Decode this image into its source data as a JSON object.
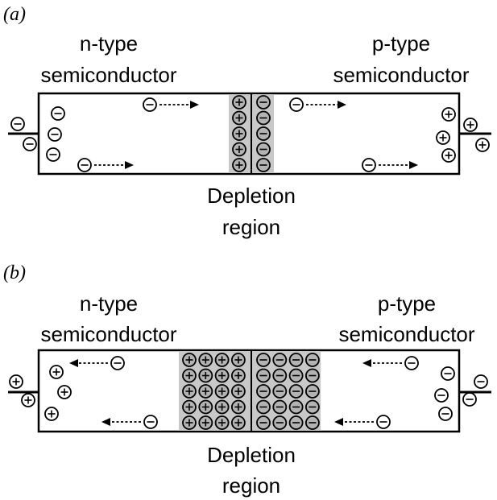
{
  "colors": {
    "depletion_fill": "#c8c8c8",
    "ion_fill": "#b3b3b3",
    "stroke": "#000000",
    "background": "#ffffff"
  },
  "panels": [
    {
      "label": "(a)",
      "left_label": [
        "n-type",
        "semiconductor"
      ],
      "right_label": [
        "p-type",
        "semiconductor"
      ],
      "region_label": [
        "Depletion",
        "region"
      ],
      "depletion_columns_each_side": 1,
      "depletion_rows": 5,
      "depletion_left_ion_sign": "+",
      "depletion_right_ion_sign": "-",
      "left_terminal_charge": "-",
      "right_terminal_charge": "+",
      "left_edge_charge": "-",
      "right_edge_charge": "+",
      "carrier_sign": "-",
      "carrier_direction": "right"
    },
    {
      "label": "(b)",
      "left_label": [
        "n-type",
        "semiconductor"
      ],
      "right_label": [
        "p-type",
        "semiconductor"
      ],
      "region_label": [
        "Depletion",
        "region"
      ],
      "depletion_columns_each_side": 4,
      "depletion_rows": 5,
      "depletion_left_ion_sign": "+",
      "depletion_right_ion_sign": "-",
      "left_terminal_charge": "+",
      "right_terminal_charge": "-",
      "left_edge_charge": "+",
      "right_edge_charge": "-",
      "carrier_sign": "-",
      "carrier_direction": "left"
    }
  ]
}
